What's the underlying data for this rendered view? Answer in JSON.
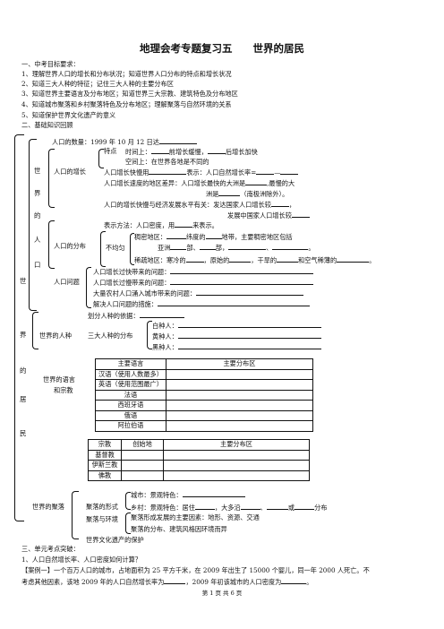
{
  "title": "地理会考专题复习五　　世界的居民",
  "sec1": "一、中考目标要求：",
  "goals": [
    "1、理解世界人口的增长和分布状况；知道世界人口分布的特点和增长状况",
    "2、知道三大人种的特征；记住三大人种的主要分布区",
    "3、知道世界主要语言及分布地区；知道世界三大宗教、建筑特色及分布地区",
    "4、知道城市聚落和乡村聚落特色及分布地区；理解聚落与自然环境的关系",
    "5、知道保护世界文化遗产的意义"
  ],
  "sec2": "二、基础知识回顾",
  "side_big": [
    "世",
    "界",
    "的",
    "居",
    "民"
  ],
  "side_small": [
    "世",
    "界",
    "的",
    "人",
    "口"
  ],
  "pop": {
    "number": "人口的数量：1999 年 10 月 12 日达",
    "growth": "人口的增长",
    "feature": "特点",
    "time": "时间上：",
    "time2": "前增长缓慢，",
    "time3": "后增长加快",
    "space": "空间上：在世界各地是不同的",
    "rate1": "人口增长快慢用",
    "rate2": "表示：人口自然增长率=",
    "rate3": "—",
    "fast1": "人口增长速度的地区差异：人口增长最快的大洲是",
    "fast2": ",最慢的大",
    "fast3": "洲是",
    "fast4": "（南极洲除外）。",
    "econ1": "人口的增长快慢与经济发展水平有关：发达国家人口增长较",
    "econ2": "，",
    "econ3": "发展中国家人口增长较",
    "dist": "人口的分布",
    "method": "表示方法：人口密度，用",
    "method2": "来表示。",
    "uneven": "不均匀",
    "dense": "稠密地区：",
    "dense2": "纬度的",
    "dense3": "地带，主要稠密地区包括",
    "dense4": "亚洲",
    "dense5": "部、",
    "dense6": "部，",
    "dense7": "、",
    "dense8": "。",
    "sparse": "稀疏地区：寒冷的",
    "sparse2": "，原始的",
    "sparse3": "，干旱的",
    "sparse4": "和空气稀薄的",
    "sparse5": "。",
    "problem": "人口问题",
    "p1": "人口增长过快带来的问题：",
    "p2": "人口增长过慢带来的问题：",
    "p3": "大量农村人口涌入城市带来的问题：",
    "p4": "解决人口问题的措施："
  },
  "race": {
    "label": "世界的人种",
    "basis": "划分人种的依据：",
    "three": "三大人种的分布",
    "white": "白种人：",
    "yellow": "黄种人：",
    "black": "黑种人："
  },
  "lang": {
    "label1": "世界的语言",
    "label2": "和宗教",
    "headers": [
      "主要语言",
      "主要分布区"
    ],
    "rows": [
      "汉语（使用人数最多）",
      "英语（使用范围最广）",
      "法语",
      "西班牙语",
      "俄语",
      "阿拉伯语"
    ]
  },
  "rel": {
    "headers": [
      "宗教",
      "创始地",
      "主要分布区"
    ],
    "rows": [
      "基督教",
      "伊斯兰教",
      "佛教"
    ]
  },
  "settle": {
    "label": "世界的聚落",
    "form": "聚落的形式",
    "city": "城市：景观特色：",
    "village": "乡村：景观特色：居住",
    "village2": "，大多沿",
    "village3": "、",
    "village4": "或",
    "village5": "分布",
    "env": "聚落与环境",
    "env1": "聚落形成发展的主要因素：地形、资源、交通",
    "env2": "聚落的分布、建筑风格因环境而异",
    "heritage": "世界文化遗产的保护"
  },
  "sec3": "三、单元考点突破：",
  "point1": "1、人口自然增长率、人口密度如何计算？",
  "case1": "【案例一】一个百万人口的城市，占地面积为 25 平方千米，在 2009 年出生了 15000 个婴儿，同一年 2000 人死亡。不",
  "case2": "考虑其他因素，该地 2009 年的人口自然增长率为",
  "case3": "，2009 年初该城市的人口密度为",
  "case4": "。",
  "footer": "第 1 页 共 6 页"
}
